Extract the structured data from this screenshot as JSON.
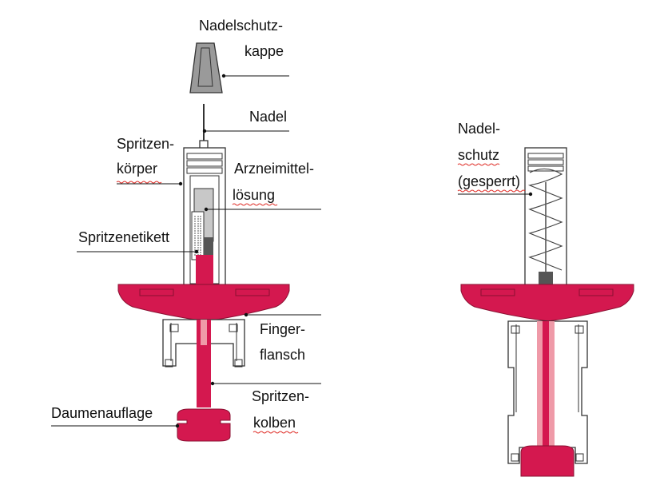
{
  "labels": {
    "needle_cap_1": "Nadelschutz-",
    "needle_cap_2": "kappe",
    "needle": "Nadel",
    "barrel_1": "Spritzen-",
    "barrel_2": "körper",
    "solution_1": "Arzneimittel-",
    "solution_2": "lösung",
    "syringe_label": "Spritzenetikett",
    "finger_flange_1": "Finger-",
    "finger_flange_2": "flansch",
    "plunger_1": "Spritzen-",
    "plunger_2": "kolben",
    "thumb_pad": "Daumenauflage",
    "guard_1": "Nadel-",
    "guard_2": "schutz",
    "guard_3": "(gesperrt)"
  },
  "colors": {
    "accent": "#d4184f",
    "accent_light": "#ef9aa8",
    "cap": "#9a9a9a",
    "stopper": "#555555",
    "outline": "#333333"
  }
}
